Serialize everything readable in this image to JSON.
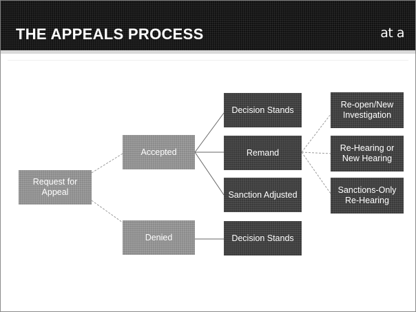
{
  "header": {
    "title": "THE APPEALS PROCESS",
    "logo": "at a"
  },
  "diagram": {
    "nodes": {
      "request": "Request for Appeal",
      "accepted": "Accepted",
      "denied": "Denied",
      "decision_stands_1": "Decision Stands",
      "remand": "Remand",
      "sanction_adjusted": "Sanction Adjusted",
      "decision_stands_2": "Decision Stands",
      "reopen": "Re-open/New Investigation",
      "rehearing": "Re-Hearing or New Hearing",
      "sanctions_only": "Sanctions-Only Re-Hearing"
    }
  },
  "colors": {
    "header_bg": "#111111",
    "node_gray": "#8b8b8b",
    "node_dark": "#3a3a3a",
    "connector": "#999999"
  }
}
